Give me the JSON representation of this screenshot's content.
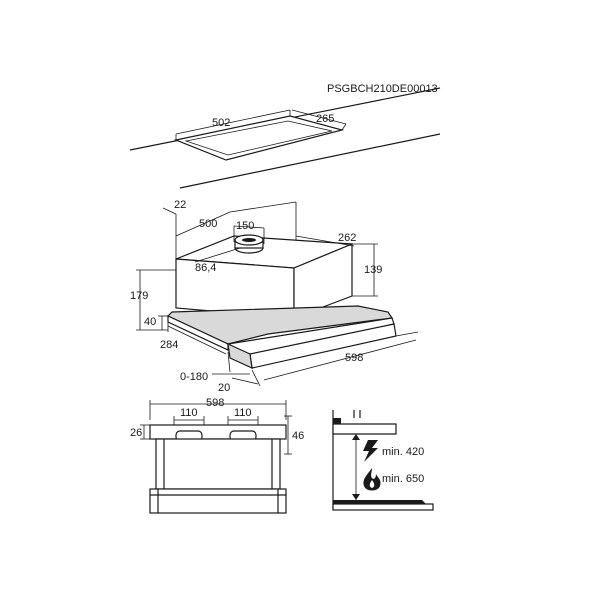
{
  "product_code": "PSGBCH210DE00013",
  "cooktop": {
    "width": "502",
    "depth": "265"
  },
  "hood_top": {
    "rear_offset": "22",
    "body_width": "500",
    "outlet_offset": "150",
    "outlet_diameter": "86,4",
    "body_depth": "262",
    "body_height": "139",
    "total_height": "179",
    "front_height": "40",
    "depth": "284",
    "extension": "0-180",
    "front_gap": "20",
    "total_width": "598"
  },
  "front_view": {
    "width": "598",
    "hole_left": "110",
    "hole_right": "110",
    "left_height": "26",
    "right_height": "46"
  },
  "clearance": {
    "electric": "min. 420",
    "gas": "min. 650"
  }
}
